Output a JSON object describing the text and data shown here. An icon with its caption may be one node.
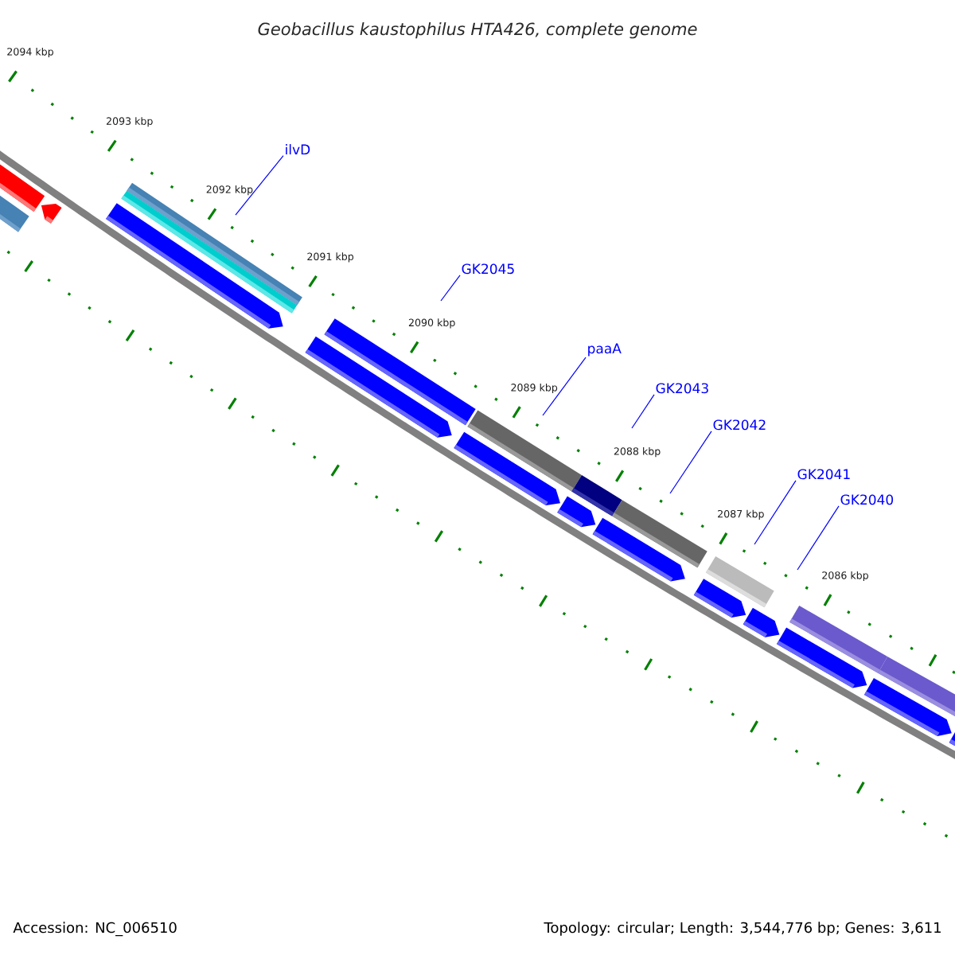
{
  "diagram": {
    "title": "Geobacillus kaustophilus HTA426, complete genome",
    "nodes": [
      {
        "text": [
          "ilvD"
        ]
      },
      {
        "text": [
          "GK2045"
        ]
      },
      {
        "text": [
          "paaA"
        ]
      },
      {
        "text": [
          "GK2043"
        ]
      },
      {
        "text": [
          "GK2042"
        ]
      },
      {
        "text": [
          "GK2041"
        ]
      },
      {
        "text": [
          "GK2040"
        ]
      }
    ],
    "edges": [
      {
        "from": 0,
        "to": null,
        "arrow": "none"
      },
      {
        "from": 1,
        "to": null,
        "arrow": "none"
      },
      {
        "from": 2,
        "to": null,
        "arrow": "none"
      },
      {
        "from": 3,
        "to": null,
        "arrow": "none"
      },
      {
        "from": 4,
        "to": null,
        "arrow": "none"
      },
      {
        "from": 5,
        "to": null,
        "arrow": "none"
      },
      {
        "from": 6,
        "to": null,
        "arrow": "none"
      }
    ],
    "labels": [
      "2094 kbp",
      "2093 kbp",
      "2092 kbp",
      "2091 kbp",
      "2090 kbp",
      "2089 kbp",
      "2088 kbp",
      "2087 kbp",
      "2086 kbp",
      "Accession: NC_006510",
      "Topology: circular; Length: 3,544,776 bp; Genes: 3,611"
    ]
  }
}
